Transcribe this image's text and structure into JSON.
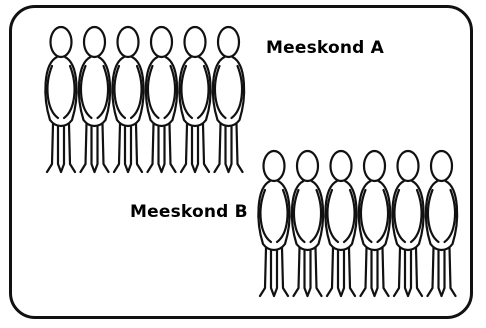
{
  "colors": {
    "ink": "#111111",
    "background": "#ffffff"
  },
  "teams": [
    {
      "label": "Meeskond A",
      "figure_count": 6
    },
    {
      "label": "Meeskond B",
      "figure_count": 6
    }
  ]
}
